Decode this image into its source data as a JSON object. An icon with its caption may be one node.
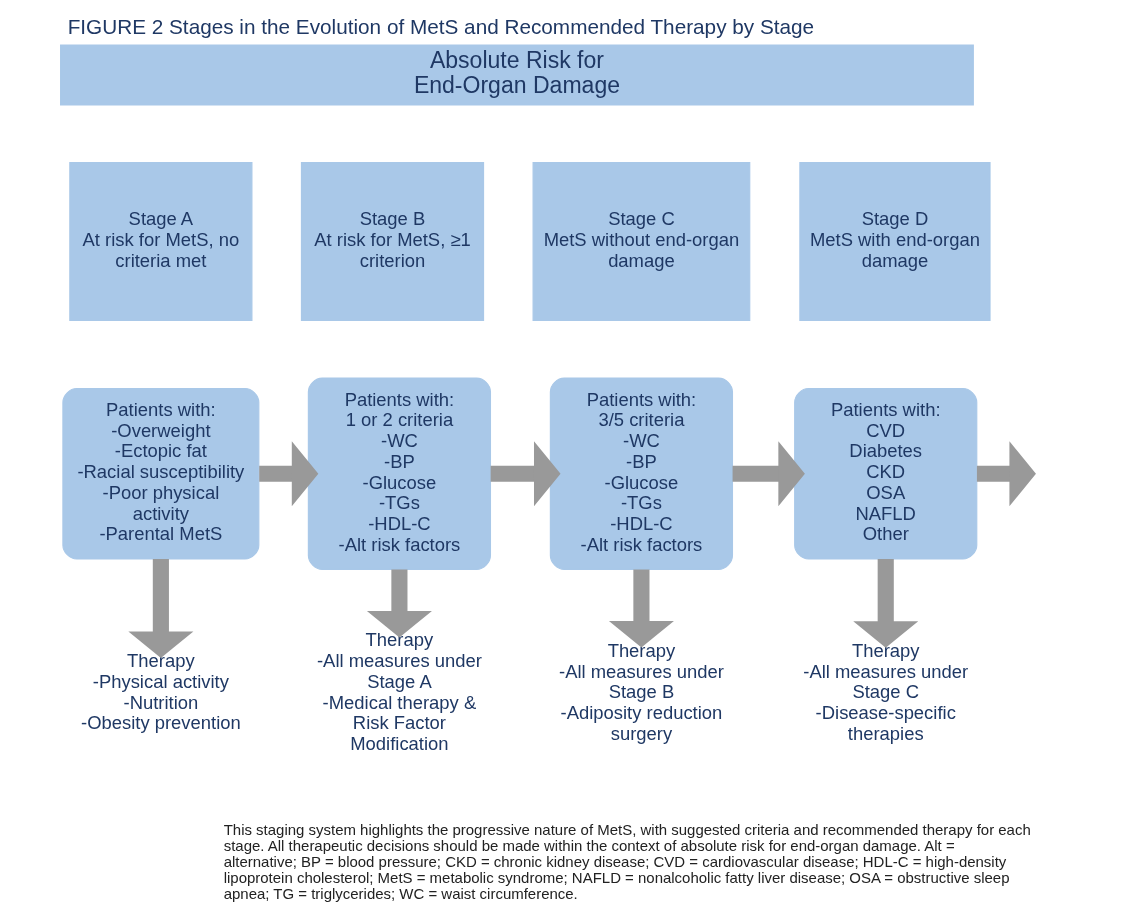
{
  "diagram": {
    "title": "FIGURE 2 Stages in the Evolution of MetS and Recommended Therapy by Stage",
    "caption": "This staging system highlights the progressive nature of MetS, with suggested criteria and recommended therapy for each stage. All therapeutic decisions should be made within the context of absolute risk for end-organ damage. Alt = alternative; BP = blood pressure; CKD = chronic kidney disease; CVD = cardiovascular disease; HDL-C = high-density lipoprotein cholesterol; MetS = metabolic syndrome; NAFLD = nonalcoholic fatty liver disease; OSA = obstructive sleep apnea; TG = triglycerides; WC = waist circumference.",
    "nodes": [
      {
        "text": [
          "Absolute Risk for End-Organ Damage"
        ]
      },
      {
        "text": [
          "Stage A",
          "At risk for MetS, no criteria met"
        ]
      },
      {
        "text": [
          "Stage B",
          "At risk for MetS, ≥1 criterion"
        ]
      },
      {
        "text": [
          "Stage C",
          "MetS without end-organ damage"
        ]
      },
      {
        "text": [
          "Stage D",
          "MetS with end-organ damage"
        ]
      },
      {
        "text": [
          "Patients with:",
          "-Overweight",
          "-Ectopic fat",
          "-Racial susceptibility",
          "-Poor physical activity",
          "-Parental MetS"
        ]
      },
      {
        "text": [
          "Patients with:",
          "1 or 2 criteria",
          "-WC",
          "-BP",
          "-Glucose",
          "-TGs",
          "-HDL-C",
          "-Alt risk factors"
        ]
      },
      {
        "text": [
          "Patients with:",
          "3/5 criteria",
          "-WC",
          "-BP",
          "-Glucose",
          "-TGs",
          "-HDL-C",
          "-Alt risk factors"
        ]
      },
      {
        "text": [
          "Patients with:",
          "CVD",
          "Diabetes",
          "CKD",
          "OSA",
          "NAFLD",
          "Other"
        ]
      },
      {
        "text": [
          "Therapy",
          "-Physical activity",
          "-Nutrition",
          "-Obesity prevention"
        ]
      },
      {
        "text": [
          "Therapy",
          "-All measures under Stage A",
          "-Medical therapy & Risk Factor Modification"
        ]
      },
      {
        "text": [
          "Therapy",
          "-All measures under Stage B",
          "-Adiposity reduction surgery"
        ]
      },
      {
        "text": [
          "Therapy",
          "-All measures under Stage C",
          "-Disease-specific therapies"
        ]
      }
    ],
    "edges": [
      {
        "from": 5,
        "to": 6,
        "arrow": "to"
      },
      {
        "from": 6,
        "to": 7,
        "arrow": "to"
      },
      {
        "from": 7,
        "to": 8,
        "arrow": "to"
      },
      {
        "from": 8,
        "to": null,
        "arrow": "to"
      },
      {
        "from": 5,
        "to": 9,
        "arrow": "to"
      },
      {
        "from": 6,
        "to": 10,
        "arrow": "to"
      },
      {
        "from": 7,
        "to": 11,
        "arrow": "to"
      },
      {
        "from": 8,
        "to": 12,
        "arrow": "to"
      }
    ]
  }
}
